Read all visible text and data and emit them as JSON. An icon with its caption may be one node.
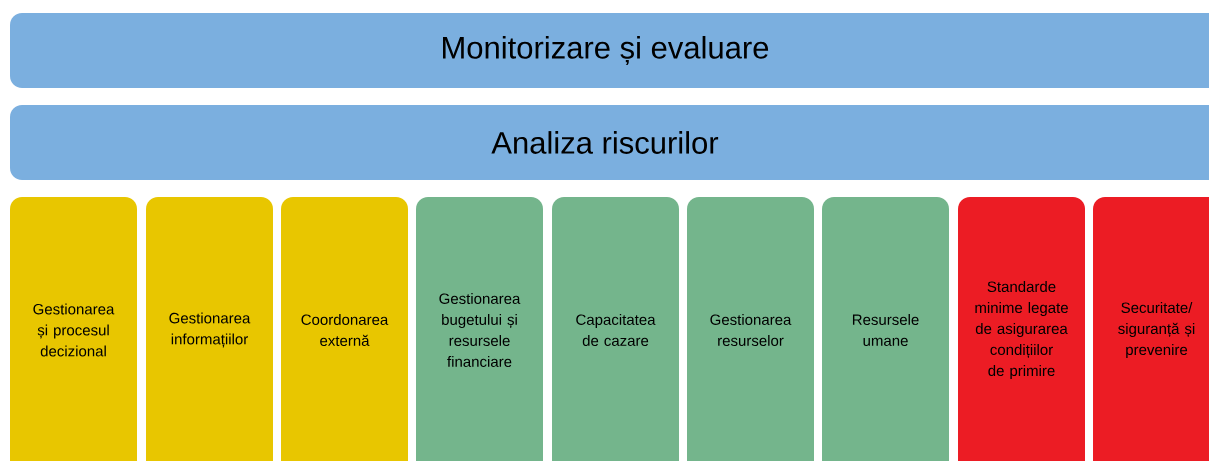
{
  "diagram": {
    "nodes": [
      {
        "text": [
          "Monitorizare și evaluare"
        ]
      },
      {
        "text": [
          "Analiza riscurilor"
        ]
      },
      {
        "text": [
          "Gestionarea și procesul decizional"
        ]
      },
      {
        "text": [
          "Gestionarea informațiilor"
        ]
      },
      {
        "text": [
          "Coordonarea externă"
        ]
      },
      {
        "text": [
          "Gestionarea bugetului și resursele financiare"
        ]
      },
      {
        "text": [
          "Capacitatea de cazare"
        ]
      },
      {
        "text": [
          "Gestionarea resurselor"
        ]
      },
      {
        "text": [
          "Resursele umane"
        ]
      },
      {
        "text": [
          "Standarde minime legate de asigurarea condițiilor de primire"
        ]
      },
      {
        "text": [
          "Securitate/ siguranță și prevenire"
        ]
      }
    ]
  }
}
